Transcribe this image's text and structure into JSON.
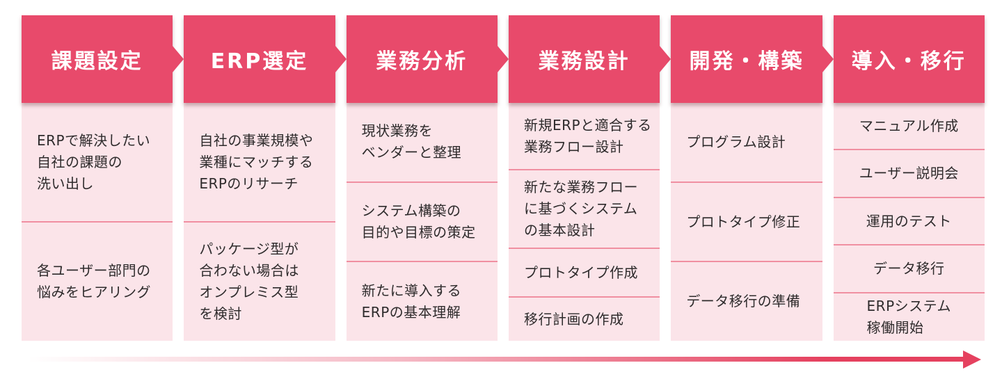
{
  "colors": {
    "stage_header_bg": "#E84A6B",
    "stage_header_text": "#FFFFFF",
    "stage_body_bg": "#FBE4E9",
    "divider": "#F08FA1",
    "body_text": "#2E2B2C",
    "timeline_arrow": "#E5415F"
  },
  "stages": [
    {
      "title": "課題設定",
      "align": "left",
      "has_arrow": true,
      "items": [
        {
          "text": "ERPで解決したい\n自社の課題の\n洗い出し",
          "h": 171
        },
        {
          "text": "各ユーザー部門の\n悩みをヒアリング",
          "h": 171
        }
      ]
    },
    {
      "title": "ERP選定",
      "align": "left",
      "has_arrow": true,
      "items": [
        {
          "text": "自社の事業規模や\n業種にマッチする\nERPのリサーチ",
          "h": 171
        },
        {
          "text": "パッケージ型が\n合わない場合は\nオンプレミス型\nを検討",
          "h": 171
        }
      ]
    },
    {
      "title": "業務分析",
      "align": "left",
      "has_arrow": true,
      "items": [
        {
          "text": "現状業務を\nベンダーと整理",
          "h": 114
        },
        {
          "text": "システム構築の\n目的や目標の策定",
          "h": 114
        },
        {
          "text": "新たに導入する\nERPの基本理解",
          "h": 114
        }
      ]
    },
    {
      "title": "業務設計",
      "align": "left",
      "has_arrow": true,
      "items": [
        {
          "text": "新規ERPと適合する\n業務フロー設計",
          "h": 97
        },
        {
          "text": "新たな業務フロー\nに基づくシステム\nの基本設計",
          "h": 113
        },
        {
          "text": "プロトタイプ作成",
          "h": 69
        },
        {
          "text": "移行計画の作成",
          "h": 63
        }
      ]
    },
    {
      "title": "開発・構築",
      "align": "left",
      "has_arrow": true,
      "items": [
        {
          "text": "プログラム設計",
          "h": 114
        },
        {
          "text": "プロトタイプ修正",
          "h": 114
        },
        {
          "text": "データ移行の準備",
          "h": 114
        }
      ]
    },
    {
      "title": "導入・移行",
      "align": "center",
      "has_arrow": false,
      "items": [
        {
          "text": "マニュアル作成",
          "h": 68
        },
        {
          "text": "ユーザー説明会",
          "h": 68
        },
        {
          "text": "運用のテスト",
          "h": 68
        },
        {
          "text": "データ移行",
          "h": 68
        },
        {
          "text": "ERPシステム\n稼働開始",
          "h": 70
        }
      ]
    }
  ]
}
